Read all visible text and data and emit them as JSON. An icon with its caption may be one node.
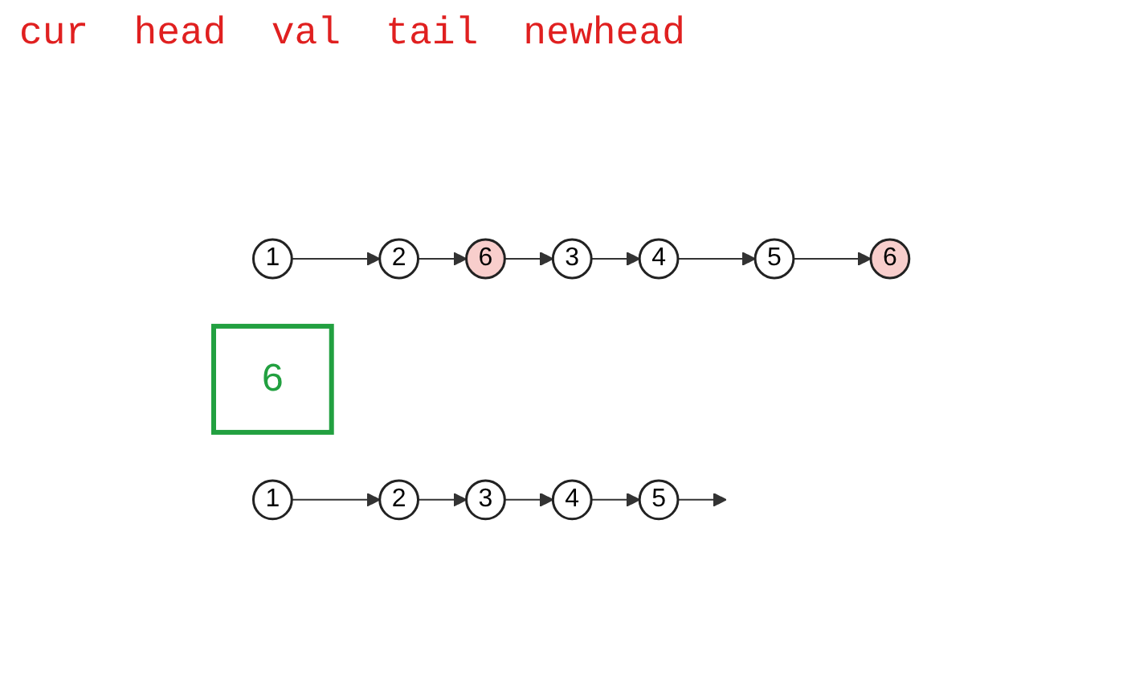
{
  "diagram": {
    "nodes": [
      {
        "text": [
          "1"
        ]
      },
      {
        "text": [
          "2"
        ]
      },
      {
        "text": [
          "6"
        ]
      },
      {
        "text": [
          "3"
        ]
      },
      {
        "text": [
          "4"
        ]
      },
      {
        "text": [
          "5"
        ]
      },
      {
        "text": [
          "6"
        ]
      },
      {
        "text": [
          "6"
        ]
      },
      {
        "text": [
          "1"
        ]
      },
      {
        "text": [
          "2"
        ]
      },
      {
        "text": [
          "3"
        ]
      },
      {
        "text": [
          "4"
        ]
      },
      {
        "text": [
          "5"
        ]
      }
    ],
    "edges": [
      {
        "from": 0,
        "to": 1,
        "arrow": "to"
      },
      {
        "from": 1,
        "to": 2,
        "arrow": "to"
      },
      {
        "from": 2,
        "to": 3,
        "arrow": "to"
      },
      {
        "from": 3,
        "to": 4,
        "arrow": "to"
      },
      {
        "from": 4,
        "to": 5,
        "arrow": "to"
      },
      {
        "from": 5,
        "to": 6,
        "arrow": "to"
      },
      {
        "from": 8,
        "to": 9,
        "arrow": "to"
      },
      {
        "from": 9,
        "to": 10,
        "arrow": "to"
      },
      {
        "from": 10,
        "to": 11,
        "arrow": "to"
      },
      {
        "from": 11,
        "to": 12,
        "arrow": "to"
      },
      {
        "from": 12,
        "to": null,
        "arrow": "to"
      }
    ],
    "labels": [
      "cur",
      "head",
      "val",
      "tail",
      "newhead"
    ]
  }
}
